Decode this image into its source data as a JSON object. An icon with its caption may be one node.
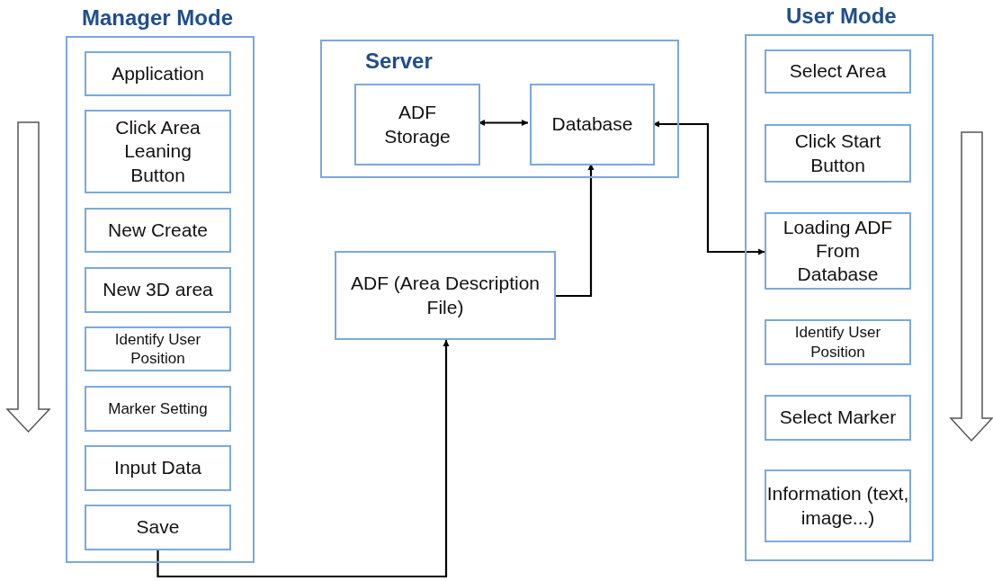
{
  "diagram": {
    "nodes": [
      {
        "text": [
          "Manager Mode"
        ]
      },
      {
        "text": [
          "Application"
        ],
        "in": 0
      },
      {
        "text": [
          "Click Area Leaning Button"
        ],
        "in": 0
      },
      {
        "text": [
          "New Create"
        ],
        "in": 0
      },
      {
        "text": [
          "New 3D area"
        ],
        "in": 0
      },
      {
        "text": [
          "Identify User Position"
        ],
        "in": 0
      },
      {
        "text": [
          "Marker Setting"
        ],
        "in": 0
      },
      {
        "text": [
          "Input Data"
        ],
        "in": 0
      },
      {
        "text": [
          "Save"
        ],
        "in": 0
      },
      {
        "text": [
          "Server"
        ]
      },
      {
        "text": [
          "ADF Storage"
        ],
        "in": 9
      },
      {
        "text": [
          "Database"
        ],
        "in": 9
      },
      {
        "text": [
          "ADF (Area Description File)"
        ]
      },
      {
        "text": [
          "User Mode"
        ]
      },
      {
        "text": [
          "Select Area"
        ],
        "in": 13
      },
      {
        "text": [
          "Click Start Button"
        ],
        "in": 13
      },
      {
        "text": [
          "Loading ADF From Database"
        ],
        "in": 13
      },
      {
        "text": [
          "Identify User Position"
        ],
        "in": 13
      },
      {
        "text": [
          "Select Marker"
        ],
        "in": 13
      },
      {
        "text": [
          "Information (text, image...)"
        ],
        "in": 13
      }
    ],
    "edges": [
      {
        "from": 10,
        "to": 11,
        "arrow": "both"
      },
      {
        "from": 12,
        "to": 11,
        "arrow": "to"
      },
      {
        "from": 16,
        "to": 11,
        "arrow": "both"
      },
      {
        "from": 8,
        "to": 12,
        "arrow": "to"
      }
    ]
  }
}
